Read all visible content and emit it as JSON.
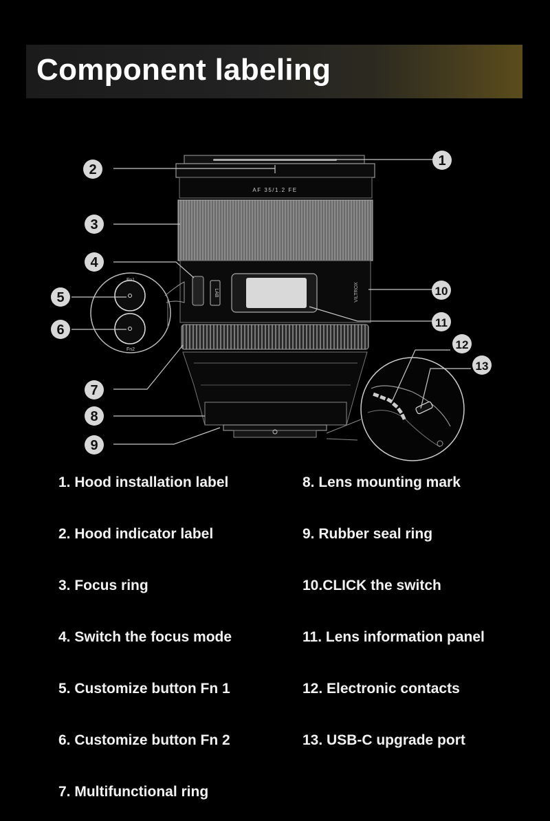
{
  "title": "Component labeling",
  "lens_text": "AF 35/1.2 FE",
  "brand_text": "VILTROX",
  "switch_text": "LAB",
  "fn1_text": "Fn1",
  "fn2_text": "Fn2",
  "callouts": [
    "1",
    "2",
    "3",
    "4",
    "5",
    "6",
    "7",
    "8",
    "9",
    "10",
    "11",
    "12",
    "13"
  ],
  "labels": {
    "left": [
      "1. Hood installation label",
      "2. Hood indicator label",
      "3. Focus ring",
      "4. Switch the focus mode",
      "5. Customize button Fn 1",
      "6. Customize button Fn 2",
      "7. Multifunctional ring"
    ],
    "right": [
      "8. Lens mounting mark",
      "9. Rubber seal ring",
      "10.CLICK the switch",
      "11. Lens information panel",
      "12. Electronic contacts",
      "13. USB-C upgrade port"
    ]
  },
  "colors": {
    "background": "#000000",
    "title_accent": "#5a4c1c",
    "line": "#bdbdbd"
  }
}
